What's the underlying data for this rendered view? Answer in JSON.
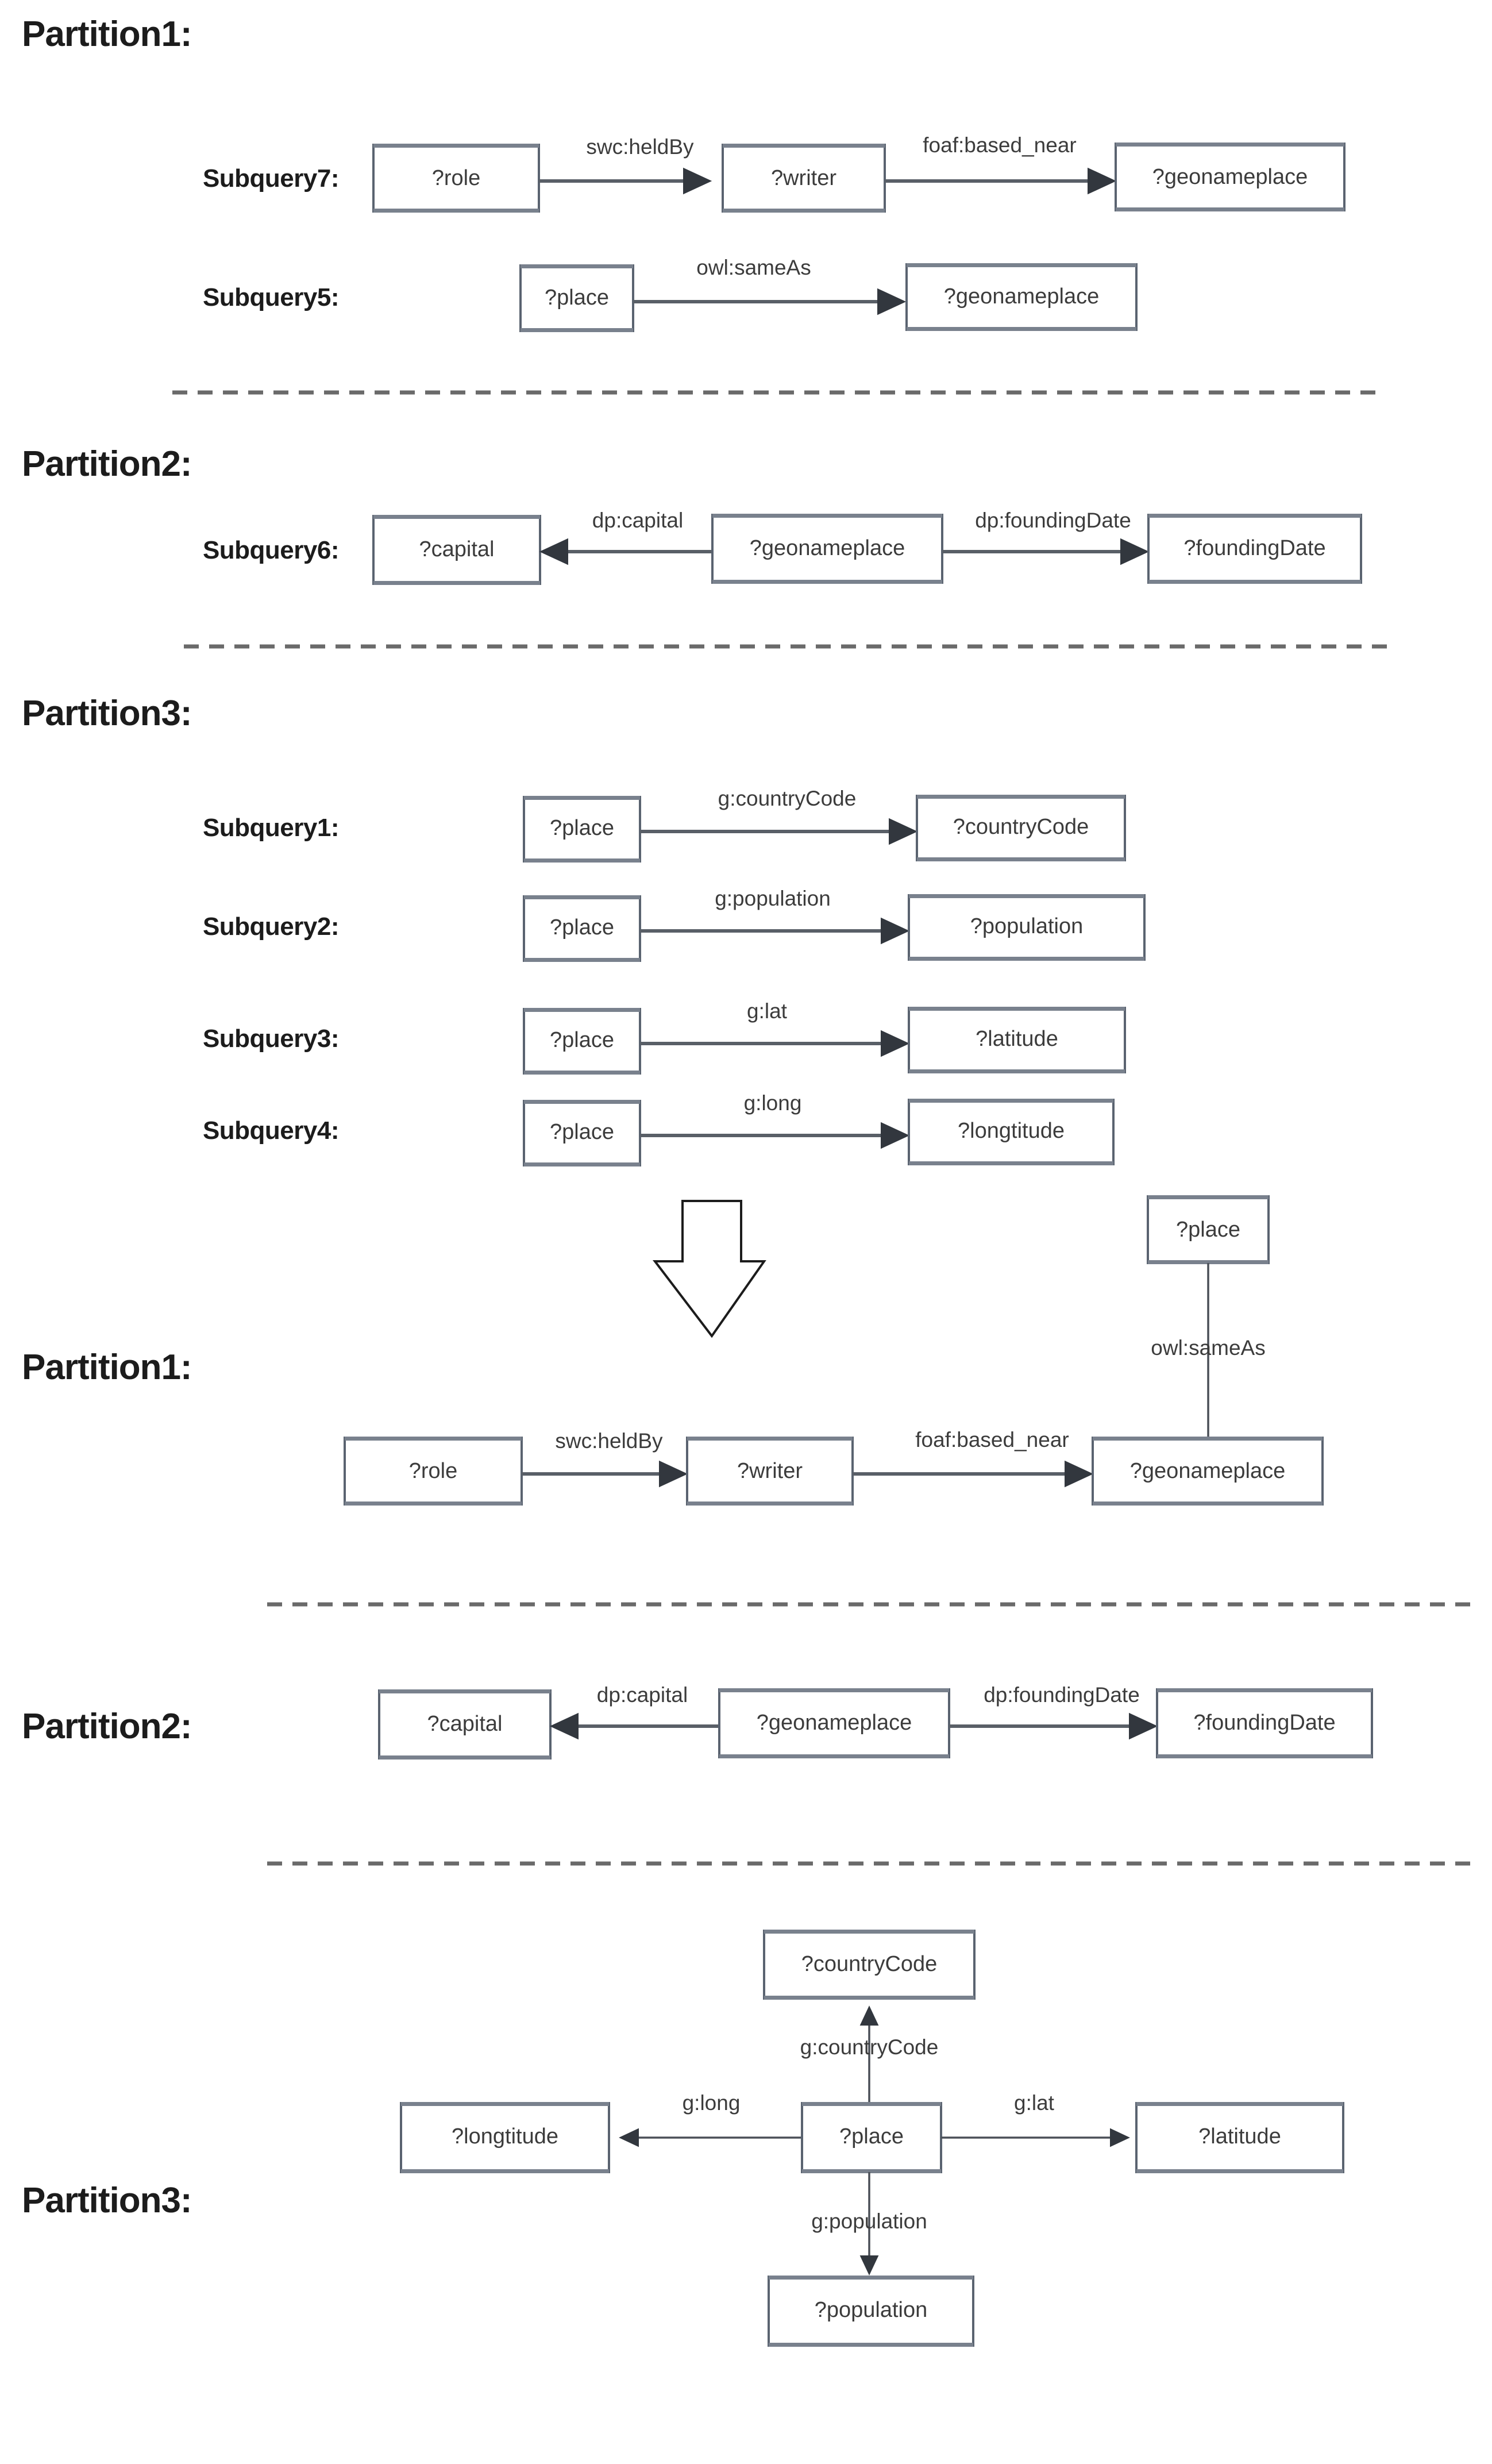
{
  "diagram": {
    "title_absent": true,
    "top_section": {
      "partitions": [
        {
          "label": "Partition1:",
          "subqueries": [
            {
              "label": "Subquery7:",
              "nodes": [
                "?role",
                "?writer",
                "?geonameplace"
              ],
              "edges": [
                {
                  "label": "swc:heldBy",
                  "from": "?role",
                  "to": "?writer",
                  "direction": "right"
                },
                {
                  "label": "foaf:based_near",
                  "from": "?writer",
                  "to": "?geonameplace",
                  "direction": "right"
                }
              ]
            },
            {
              "label": "Subquery5:",
              "nodes": [
                "?place",
                "?geonameplace"
              ],
              "edges": [
                {
                  "label": "owl:sameAs",
                  "from": "?place",
                  "to": "?geonameplace",
                  "direction": "right"
                }
              ]
            }
          ]
        },
        {
          "label": "Partition2:",
          "subqueries": [
            {
              "label": "Subquery6:",
              "nodes": [
                "?capital",
                "?geonameplace",
                "?foundingDate"
              ],
              "edges": [
                {
                  "label": "dp:capital",
                  "from": "?geonameplace",
                  "to": "?capital",
                  "direction": "left"
                },
                {
                  "label": "dp:foundingDate",
                  "from": "?geonameplace",
                  "to": "?foundingDate",
                  "direction": "right"
                }
              ]
            }
          ]
        },
        {
          "label": "Partition3:",
          "subqueries": [
            {
              "label": "Subquery1:",
              "nodes": [
                "?place",
                "?countryCode"
              ],
              "edges": [
                {
                  "label": "g:countryCode",
                  "from": "?place",
                  "to": "?countryCode",
                  "direction": "right"
                }
              ]
            },
            {
              "label": "Subquery2:",
              "nodes": [
                "?place",
                "?population"
              ],
              "edges": [
                {
                  "label": "g:population",
                  "from": "?place",
                  "to": "?population",
                  "direction": "right"
                }
              ]
            },
            {
              "label": "Subquery3:",
              "nodes": [
                "?place",
                "?latitude"
              ],
              "edges": [
                {
                  "label": "g:lat",
                  "from": "?place",
                  "to": "?latitude",
                  "direction": "right"
                }
              ]
            },
            {
              "label": "Subquery4:",
              "nodes": [
                "?place",
                "?longtitude"
              ],
              "edges": [
                {
                  "label": "g:long",
                  "from": "?place",
                  "to": "?longtitude",
                  "direction": "right"
                }
              ]
            }
          ]
        }
      ]
    },
    "transform_arrow": {
      "name": "down-arrow",
      "direction": "down"
    },
    "bottom_section": {
      "partitions": [
        {
          "label": "Partition1:",
          "nodes": [
            "?role",
            "?writer",
            "?geonameplace",
            "?place"
          ],
          "edges": [
            {
              "label": "swc:heldBy",
              "from": "?role",
              "to": "?writer",
              "direction": "right"
            },
            {
              "label": "foaf:based_near",
              "from": "?writer",
              "to": "?geonameplace",
              "direction": "right"
            },
            {
              "label": "owl:sameAs",
              "from": "?place",
              "to": "?geonameplace",
              "direction": "none"
            }
          ]
        },
        {
          "label": "Partition2:",
          "nodes": [
            "?capital",
            "?geonameplace",
            "?foundingDate"
          ],
          "edges": [
            {
              "label": "dp:capital",
              "from": "?geonameplace",
              "to": "?capital",
              "direction": "left"
            },
            {
              "label": "dp:foundingDate",
              "from": "?geonameplace",
              "to": "?foundingDate",
              "direction": "right"
            }
          ]
        },
        {
          "label": "Partition3:",
          "nodes": [
            "?countryCode",
            "?longtitude",
            "?place",
            "?latitude",
            "?population"
          ],
          "edges": [
            {
              "label": "g:countryCode",
              "from": "?place",
              "to": "?countryCode",
              "direction": "up"
            },
            {
              "label": "g:long",
              "from": "?place",
              "to": "?longtitude",
              "direction": "left"
            },
            {
              "label": "g:lat",
              "from": "?place",
              "to": "?latitude",
              "direction": "right"
            },
            {
              "label": "g:population",
              "from": "?place",
              "to": "?population",
              "direction": "down"
            }
          ]
        }
      ]
    }
  },
  "labels": {
    "partition1_top": "Partition1:",
    "partition2_top": "Partition2:",
    "partition3_top": "Partition3:",
    "partition1_bottom": "Partition1:",
    "partition2_bottom": "Partition2:",
    "partition3_bottom": "Partition3:",
    "subquery1": "Subquery1:",
    "subquery2": "Subquery2:",
    "subquery3": "Subquery3:",
    "subquery4": "Subquery4:",
    "subquery5": "Subquery5:",
    "subquery6": "Subquery6:",
    "subquery7": "Subquery7:"
  },
  "nodes": {
    "role": "?role",
    "writer": "?writer",
    "geonameplace": "?geonameplace",
    "place": "?place",
    "capital": "?capital",
    "foundingDate": "?foundingDate",
    "countryCode": "?countryCode",
    "population": "?population",
    "latitude": "?latitude",
    "longtitude": "?longtitude"
  },
  "predicates": {
    "heldBy": "swc:heldBy",
    "based_near": "foaf:based_near",
    "sameAs": "owl:sameAs",
    "capital": "dp:capital",
    "foundingDate": "dp:foundingDate",
    "countryCode": "g:countryCode",
    "population": "g:population",
    "lat": "g:lat",
    "long": "g:long"
  },
  "colors": {
    "box_border": "#5a6370",
    "box_shade": "#79818d",
    "text": "#3c3c3c",
    "heading": "#1c1c1c",
    "separator": "#6a6a6a",
    "background": "#ffffff"
  }
}
